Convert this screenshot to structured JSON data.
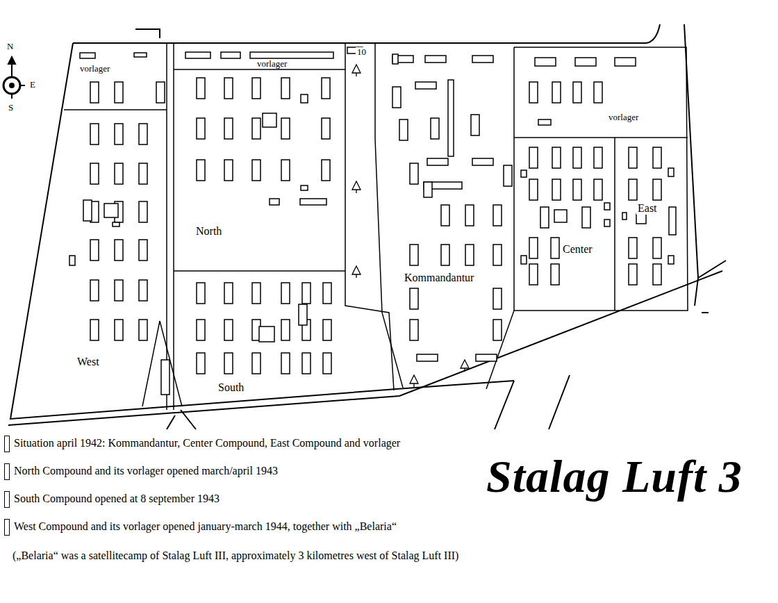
{
  "diagram": {
    "title": "Stalag Luft 3",
    "labels": [
      "N",
      "E",
      "S",
      "vorlager",
      "vorlager",
      "vorlager",
      "10",
      "North",
      "South",
      "West",
      "Kommandantur",
      "Center",
      "East",
      "(„Belaria“ was a satellitecamp of Stalag Luft III, approximately 3 kilometres west of Stalag Luft III)"
    ],
    "legend": [
      {
        "text": "Situation april 1942: Kommandantur, Center Compound, East Compound and vorlager"
      },
      {
        "text": "North Compound and its vorlager opened march/april 1943"
      },
      {
        "text": "South Compound opened at 8 september 1943"
      },
      {
        "text": "West Compound and its vorlager opened january-march 1944, together with „Belaria“"
      }
    ]
  }
}
